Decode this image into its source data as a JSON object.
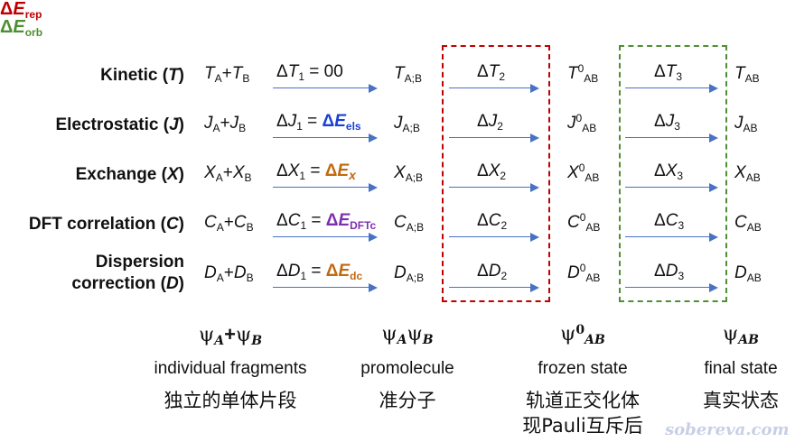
{
  "headers": {
    "rep": {
      "delta": "Δ",
      "sym": "E",
      "sub": "rep"
    },
    "orb": {
      "delta": "Δ",
      "sym": "E",
      "sub": "orb"
    }
  },
  "rows": [
    {
      "label_lines": [
        [
          "Kinetic (",
          "T",
          ")"
        ]
      ],
      "sym": "T",
      "d1_note": " = 0",
      "d1_rhs": null,
      "d1_rhs_sub": null,
      "d1_color": "",
      "d2": "2",
      "d3": "3"
    },
    {
      "label_lines": [
        [
          "Electrostatic (",
          "J",
          ")"
        ]
      ],
      "sym": "J",
      "d1_note": " = ",
      "d1_rhs": "ΔE",
      "d1_rhs_sub": "els",
      "d1_color": "blue",
      "d2": "2",
      "d3": "3"
    },
    {
      "label_lines": [
        [
          "Exchange (",
          "X",
          ")"
        ]
      ],
      "sym": "X",
      "d1_note": " = ",
      "d1_rhs": "ΔE",
      "d1_rhs_sub": "x",
      "d1_color": "orange",
      "d2": "2",
      "d3": "3"
    },
    {
      "label_lines": [
        [
          "DFT correlation (",
          "C",
          ")"
        ]
      ],
      "sym": "C",
      "d1_note": " = ",
      "d1_rhs": "ΔE",
      "d1_rhs_sub": "DFTc",
      "d1_color": "purple",
      "d2": "2",
      "d3": "3"
    },
    {
      "label_lines": [
        [
          "Dispersion",
          "",
          ""
        ],
        [
          "correction (",
          "D",
          ")"
        ]
      ],
      "sym": "D",
      "d1_note": " = ",
      "d1_rhs": "ΔE",
      "d1_rhs_sub": "dc",
      "d1_color": "orange",
      "d2": "2",
      "d3": "3"
    }
  ],
  "subscripts": {
    "a": "A",
    "b": "B",
    "ab_semicolon": "A;B",
    "ab": "AB",
    "zero": "0",
    "one": "1",
    "plus": "+",
    "delta": "Δ"
  },
  "columns": [
    {
      "psi": "ψ",
      "psi_parts": [
        [
          "A",
          ""
        ],
        [
          "B",
          ""
        ]
      ],
      "psi_plus": "+",
      "en": "individual fragments",
      "cn": [
        "独立的单体片段"
      ]
    },
    {
      "psi": "ψ",
      "psi_parts": [
        [
          "A",
          ""
        ],
        [
          "B",
          ""
        ]
      ],
      "psi_plus": "",
      "en": "promolecule",
      "cn": [
        "准分子"
      ]
    },
    {
      "psi": "ψ",
      "psi_parts": [
        [
          "AB",
          "0"
        ]
      ],
      "psi_plus": "",
      "en": "frozen state",
      "cn": [
        "轨道正交化体",
        "现Pauli互斥后"
      ]
    },
    {
      "psi": "ψ",
      "psi_parts": [
        [
          "AB",
          ""
        ]
      ],
      "psi_plus": "",
      "en": "final state",
      "cn": [
        "真实状态"
      ]
    }
  ],
  "watermark": "sobereva.com"
}
